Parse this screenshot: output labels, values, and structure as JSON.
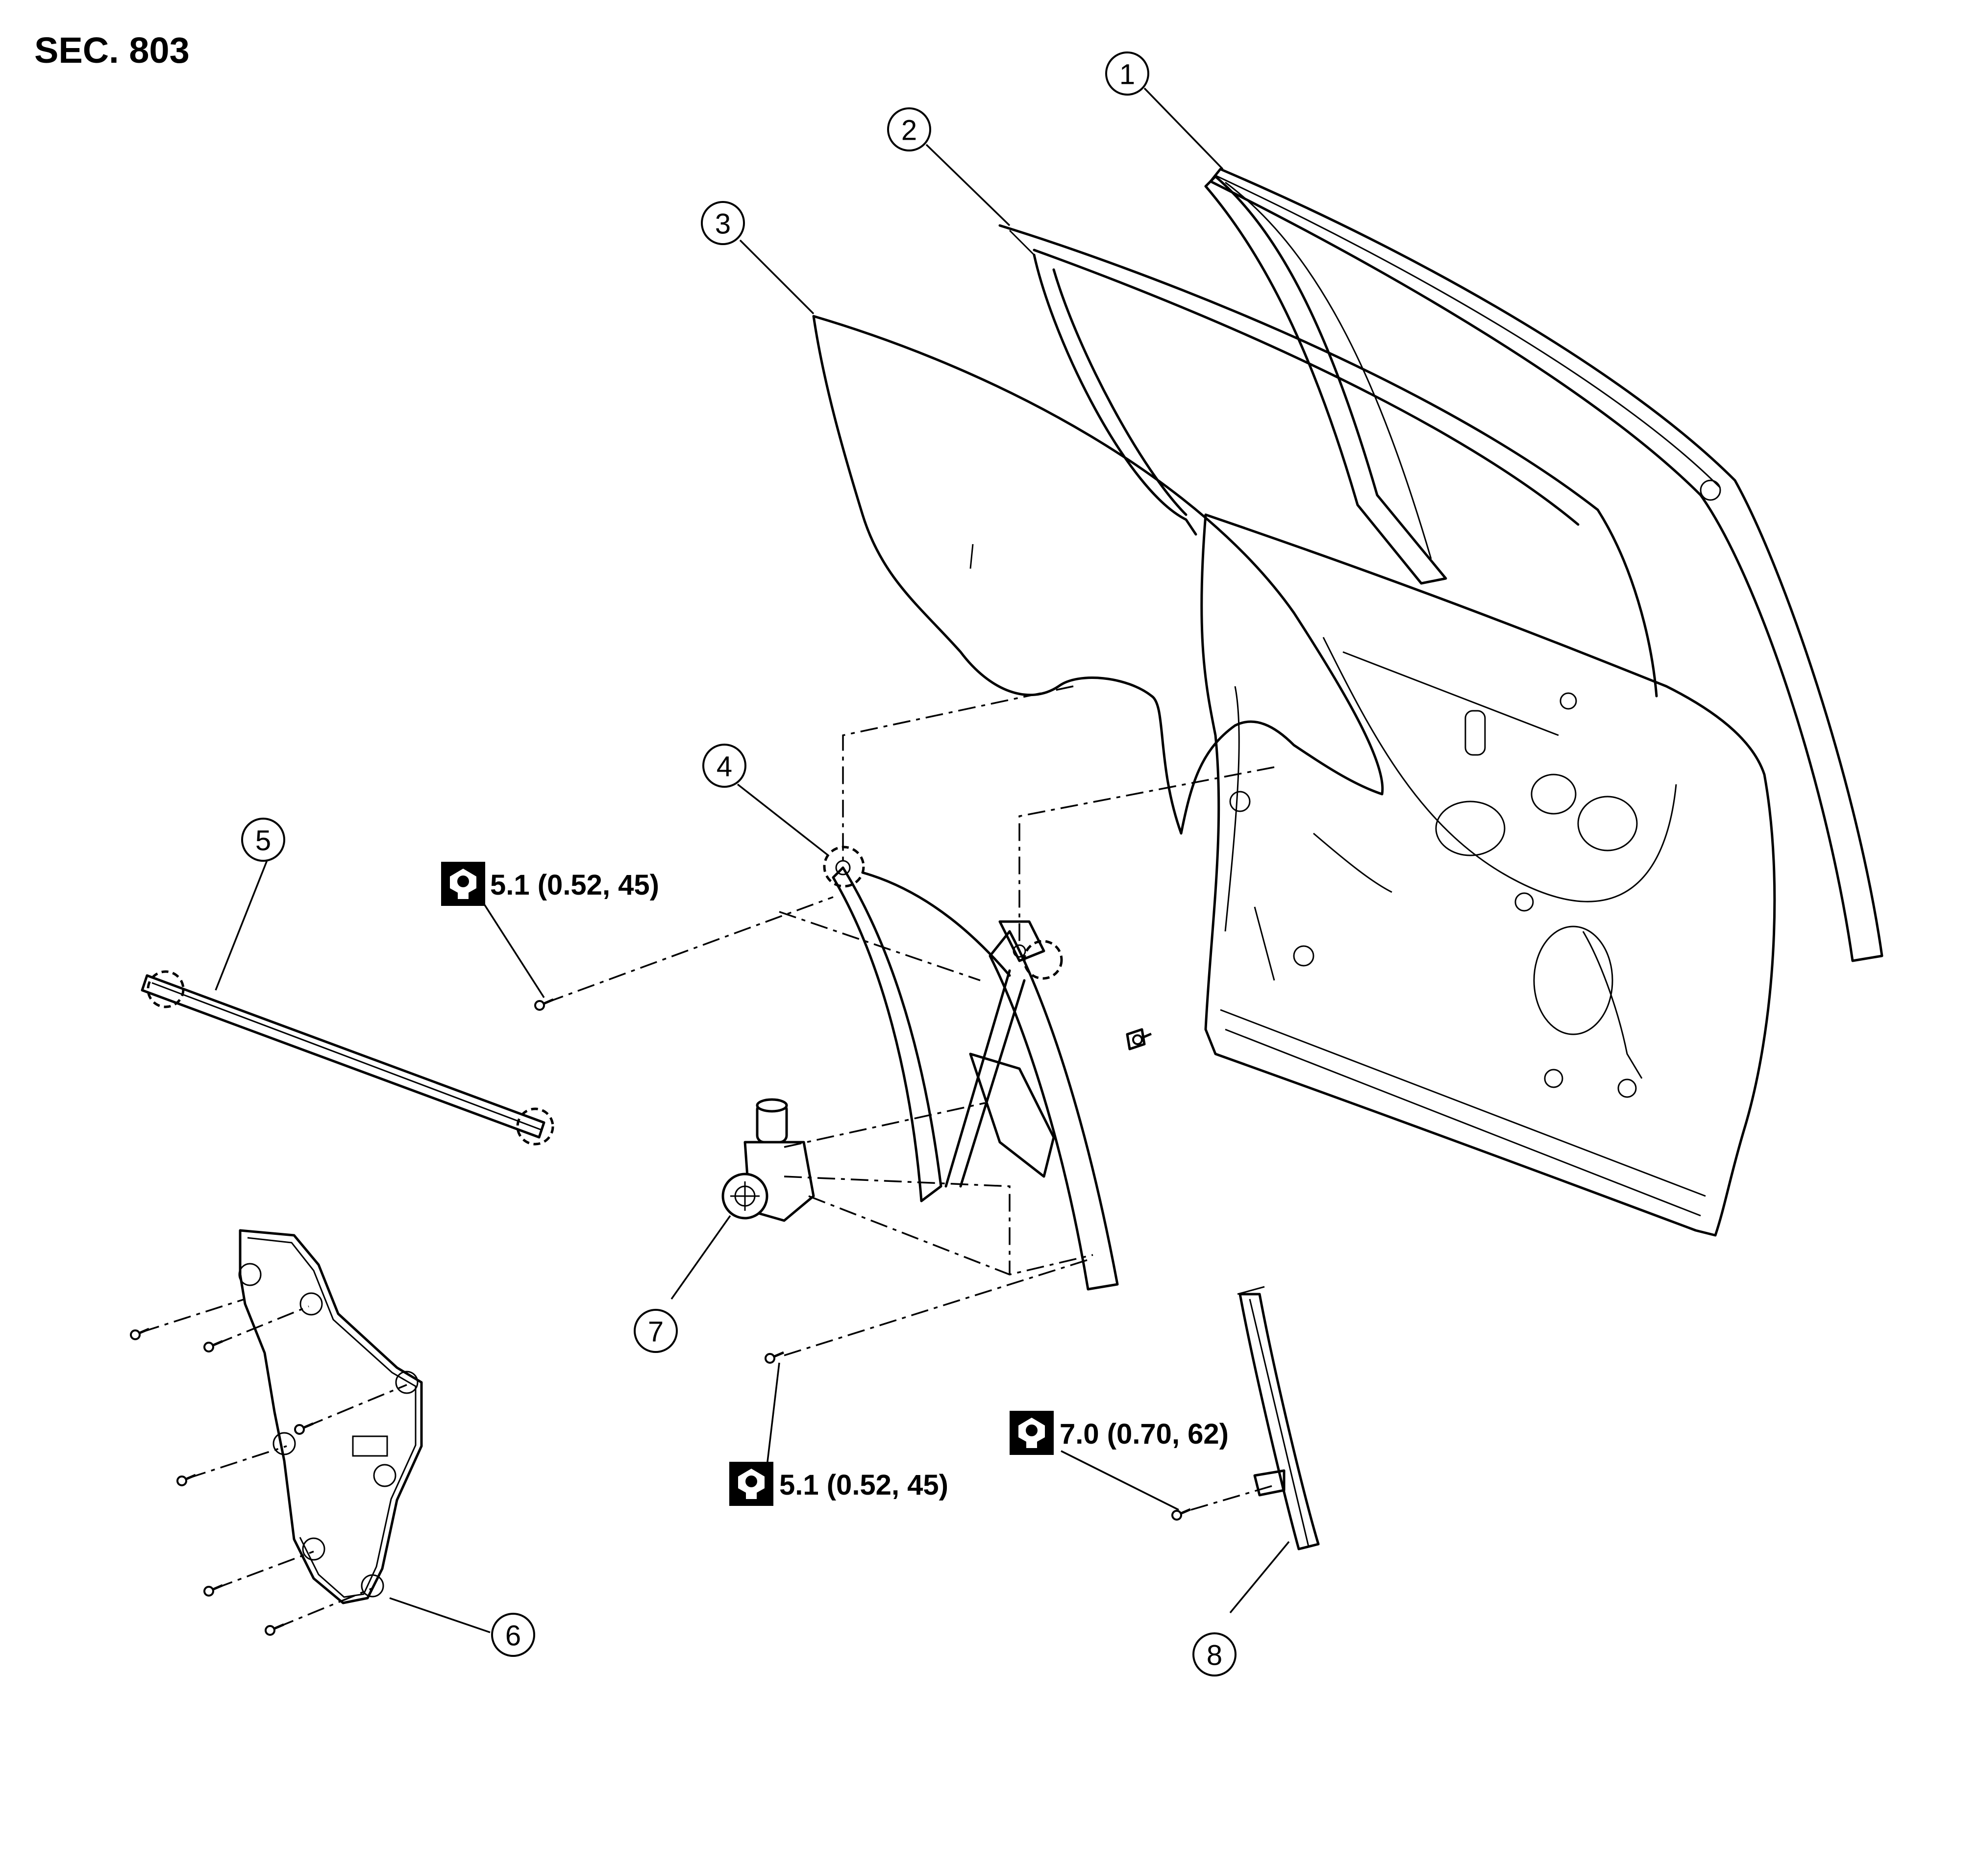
{
  "section": {
    "title": "SEC. 803"
  },
  "callouts": [
    "1",
    "2",
    "3",
    "4",
    "5",
    "6",
    "7",
    "8"
  ],
  "torque_specs": [
    {
      "label": "5.1 (0.52, 45)",
      "icon": "torque-wrench-icon"
    },
    {
      "label": "5.1 (0.52, 45)",
      "icon": "torque-wrench-icon"
    },
    {
      "label": "7.0 (0.70, 62)",
      "icon": "torque-wrench-icon"
    }
  ]
}
